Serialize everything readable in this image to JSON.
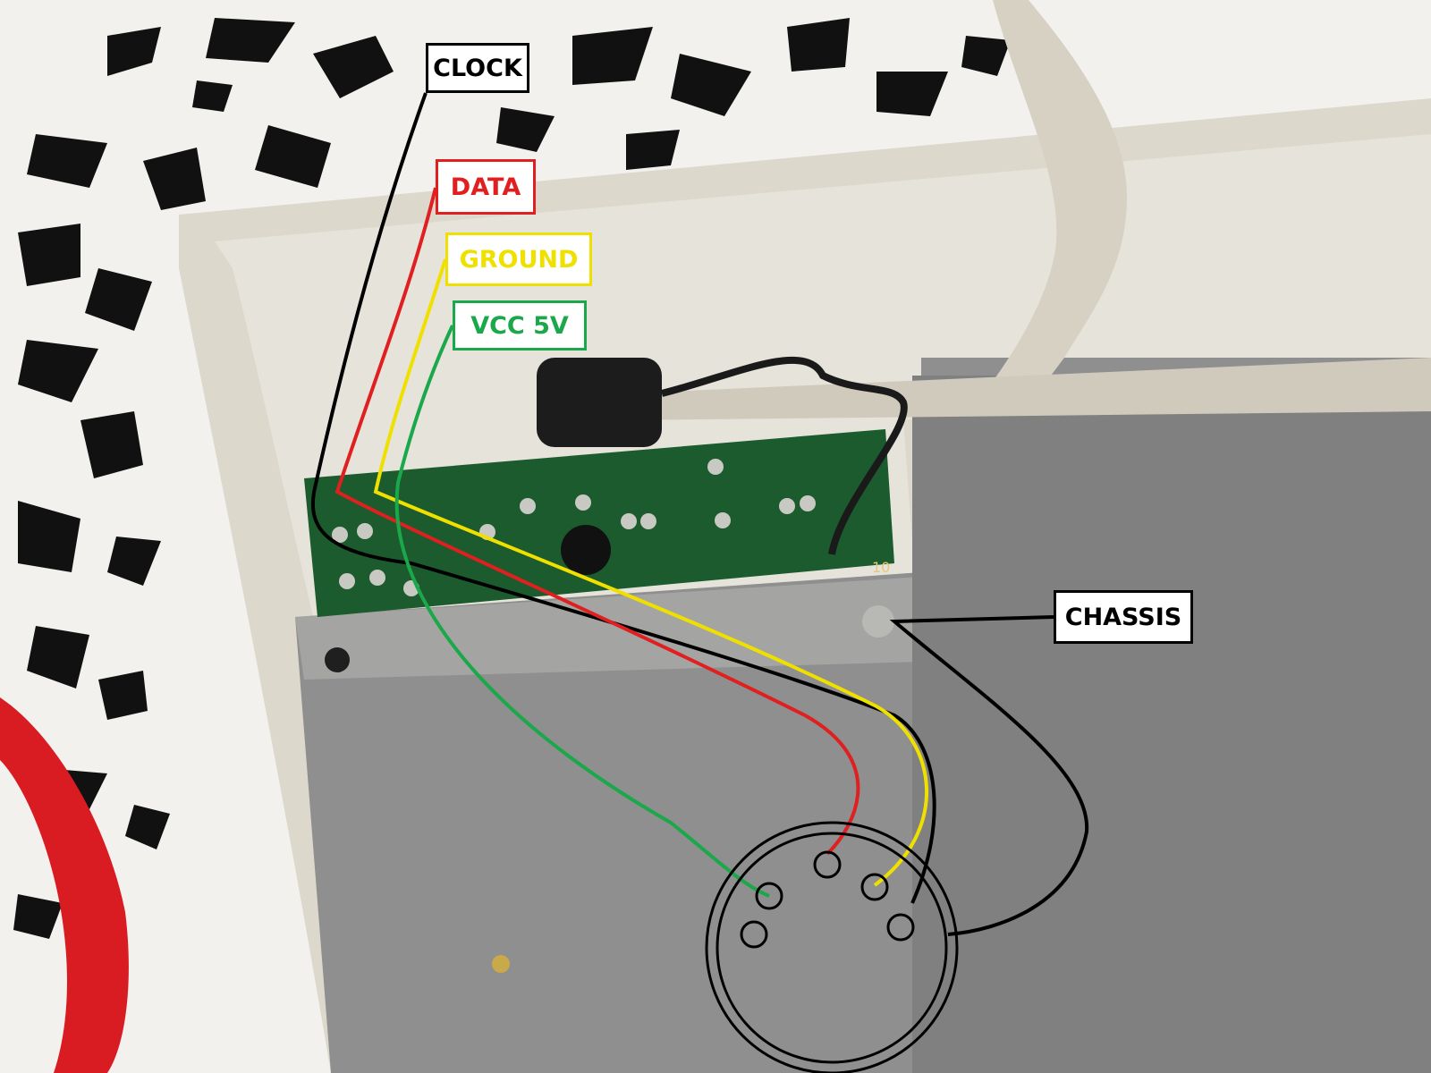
{
  "labels": {
    "clock": {
      "text": "CLOCK",
      "color": "#000000"
    },
    "data": {
      "text": "DATA",
      "color": "#e02020"
    },
    "ground": {
      "text": "GROUND",
      "color": "#f0e000"
    },
    "vcc": {
      "text": "VCC 5V",
      "color": "#1aa84a"
    },
    "chassis": {
      "text": "CHASSIS",
      "color": "#000000"
    }
  },
  "pcb_marking": "10"
}
